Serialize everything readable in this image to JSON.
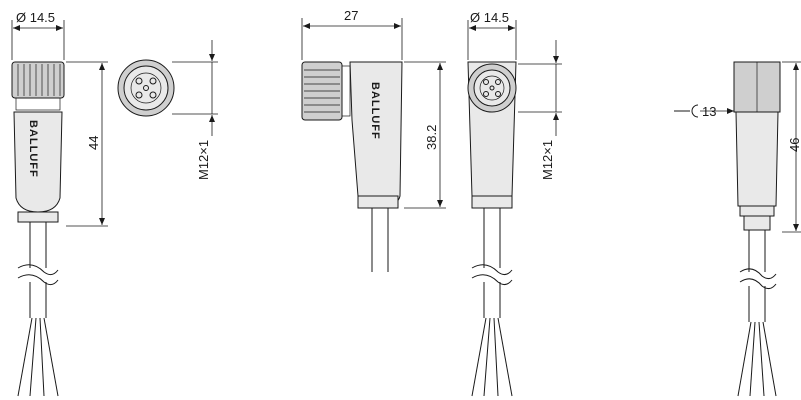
{
  "brand": "BALLUFF",
  "views": {
    "straight_side": {
      "diameter": "Ø 14.5",
      "length": "44"
    },
    "straight_face": {
      "thread": "M12×1"
    },
    "angled_side": {
      "width": "27",
      "height": "38.2"
    },
    "angled_front": {
      "diameter": "Ø 14.5",
      "thread": "M12×1"
    },
    "angled_narrow": {
      "wrench": "13",
      "length": "46"
    }
  }
}
